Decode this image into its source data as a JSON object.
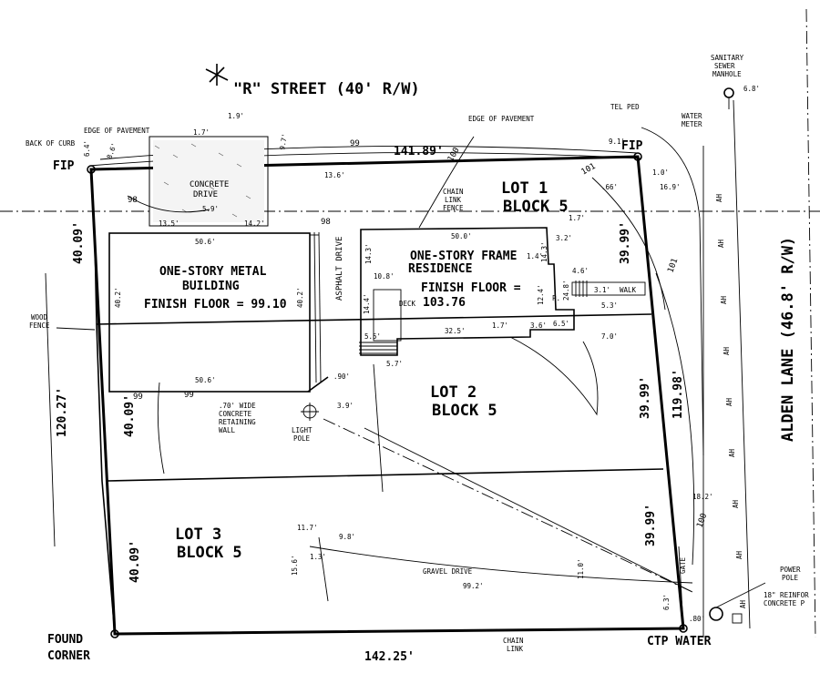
{
  "street_top": "\"R\" STREET (40' R/W)",
  "street_right": "ALDEN LANE (46.8' R/W)",
  "labels": {
    "back_of_curb": "BACK OF CURB",
    "edge_pavement_left": "EDGE OF PAVEMENT",
    "edge_pavement_right": "EDGE OF PAVEMENT",
    "tel_ped": "TEL PED",
    "water_meter_1": "WATER",
    "water_meter_2": "METER",
    "sanitary_1": "SANITARY",
    "sanitary_2": "SEWER",
    "sanitary_3": "MANHOLE",
    "fip_left": "FIP",
    "fip_right": "FIP",
    "concrete_drive_1": "CONCRETE",
    "concrete_drive_2": "DRIVE",
    "chain_link_1": "CHAIN",
    "chain_link_2": "LINK",
    "chain_link_3": "FENCE",
    "wood_fence_1": "WOOD",
    "wood_fence_2": "FENCE",
    "asphalt_drive": "ASPHALT DRIVE",
    "deck": "DECK",
    "walk": "WALK",
    "retaining_1": ".70' WIDE",
    "retaining_2": "CONCRETE",
    "retaining_3": "RETAINING",
    "retaining_4": "WALL",
    "light_pole_1": "LIGHT",
    "light_pole_2": "POLE",
    "gravel_drive": "GRAVEL DRIVE",
    "gate": "GATE",
    "power_pole_1": "POWER",
    "power_pole_2": "POLE",
    "reinforced_1": "18\" REINFOR",
    "reinforced_2": "CONCRETE P",
    "chain_link_bottom_1": "CHAIN",
    "chain_link_bottom_2": "LINK",
    "ctp_water": "CTP WATER",
    "found_corner_1": "FOUND",
    "found_corner_2": "CORNER",
    "p_mark": "P."
  },
  "lots": {
    "lot1_a": "LOT 1",
    "lot1_b": "BLOCK 5",
    "lot2_a": "LOT 2",
    "lot2_b": "BLOCK 5",
    "lot3_a": "LOT 3",
    "lot3_b": "BLOCK 5"
  },
  "buildings": {
    "metal_1": "ONE-STORY METAL",
    "metal_2": "BUILDING",
    "metal_ff": "FINISH FLOOR = 99.10",
    "frame_1": "ONE-STORY FRAME",
    "frame_2": "RESIDENCE",
    "frame_ff_1": "FINISH FLOOR =",
    "frame_ff_2": "103.76"
  },
  "dims": {
    "top": "141.89'",
    "bottom": "142.25'",
    "left_total": "120.27'",
    "right_total": "119.98'",
    "left_1": "40.09'",
    "left_2": "40.09'",
    "left_3": "40.09'",
    "right_1": "39.99'",
    "right_2": "39.99'",
    "right_3": "39.99'",
    "metal_w_top": "50.6'",
    "metal_w_bot": "50.6'",
    "metal_h_l": "40.2'",
    "metal_h_r": "40.2'",
    "frame_w": "50.0'",
    "frame_s1": "32.5'",
    "frame_s2": "1.7'",
    "frame_s3": "3.6'",
    "frame_s4": "6.5'",
    "frame_s5": "14.3'",
    "frame_s6": "10.8'",
    "frame_s7": "14.4'",
    "frame_s8": "5.5'",
    "frame_s9": "5.7'",
    "frame_s10": "12.4'",
    "frame_s11": "24.8'",
    "frame_s12": "1.4'",
    "frame_s13": "3.2'",
    "frame_s14": "1.7'",
    "frame_s15": "14.3'",
    "walk_w": "3.1'",
    "walk_s": "5.3'",
    "walk_h": "4.6'",
    "d_1_9": "1.9'",
    "d_1_7": "1.7'",
    "d_6_4": "6.4'",
    "d_8_6": "8.6'",
    "d_9_7": "9.7'",
    "d_5_9": "5.9'",
    "d_13_5": "13.5'",
    "d_14_2": "14.2'",
    "d_13_6": "13.6'",
    "d_9_1": "9.1'",
    "d_1_0": "1.0'",
    "d_66": ".66'",
    "d_16_9": "16.9'",
    "d_6_8": "6.8'",
    "d_90": ".90'",
    "d_3_9": "3.9'",
    "d_11_7": "11.7'",
    "d_9_8": "9.8'",
    "d_1_3": "1.3'",
    "d_15_6": "15.6'",
    "d_99_2": "99.2'",
    "d_11_0": "11.0'",
    "d_18_2": "18.2'",
    "d_6_3": "6.3'",
    "d_80": ".80'",
    "d_7_0": "7.0'"
  },
  "contours": {
    "c98": "98",
    "c99": "99",
    "c100": "100",
    "c101": "101",
    "c101b": "101",
    "c99b": "99",
    "c98b": "98",
    "c99c": "99",
    "c100b": "100"
  },
  "utility_marks": [
    "AH",
    "AH",
    "AH",
    "AH",
    "AH",
    "AH",
    "AH",
    "AH",
    "AH"
  ]
}
